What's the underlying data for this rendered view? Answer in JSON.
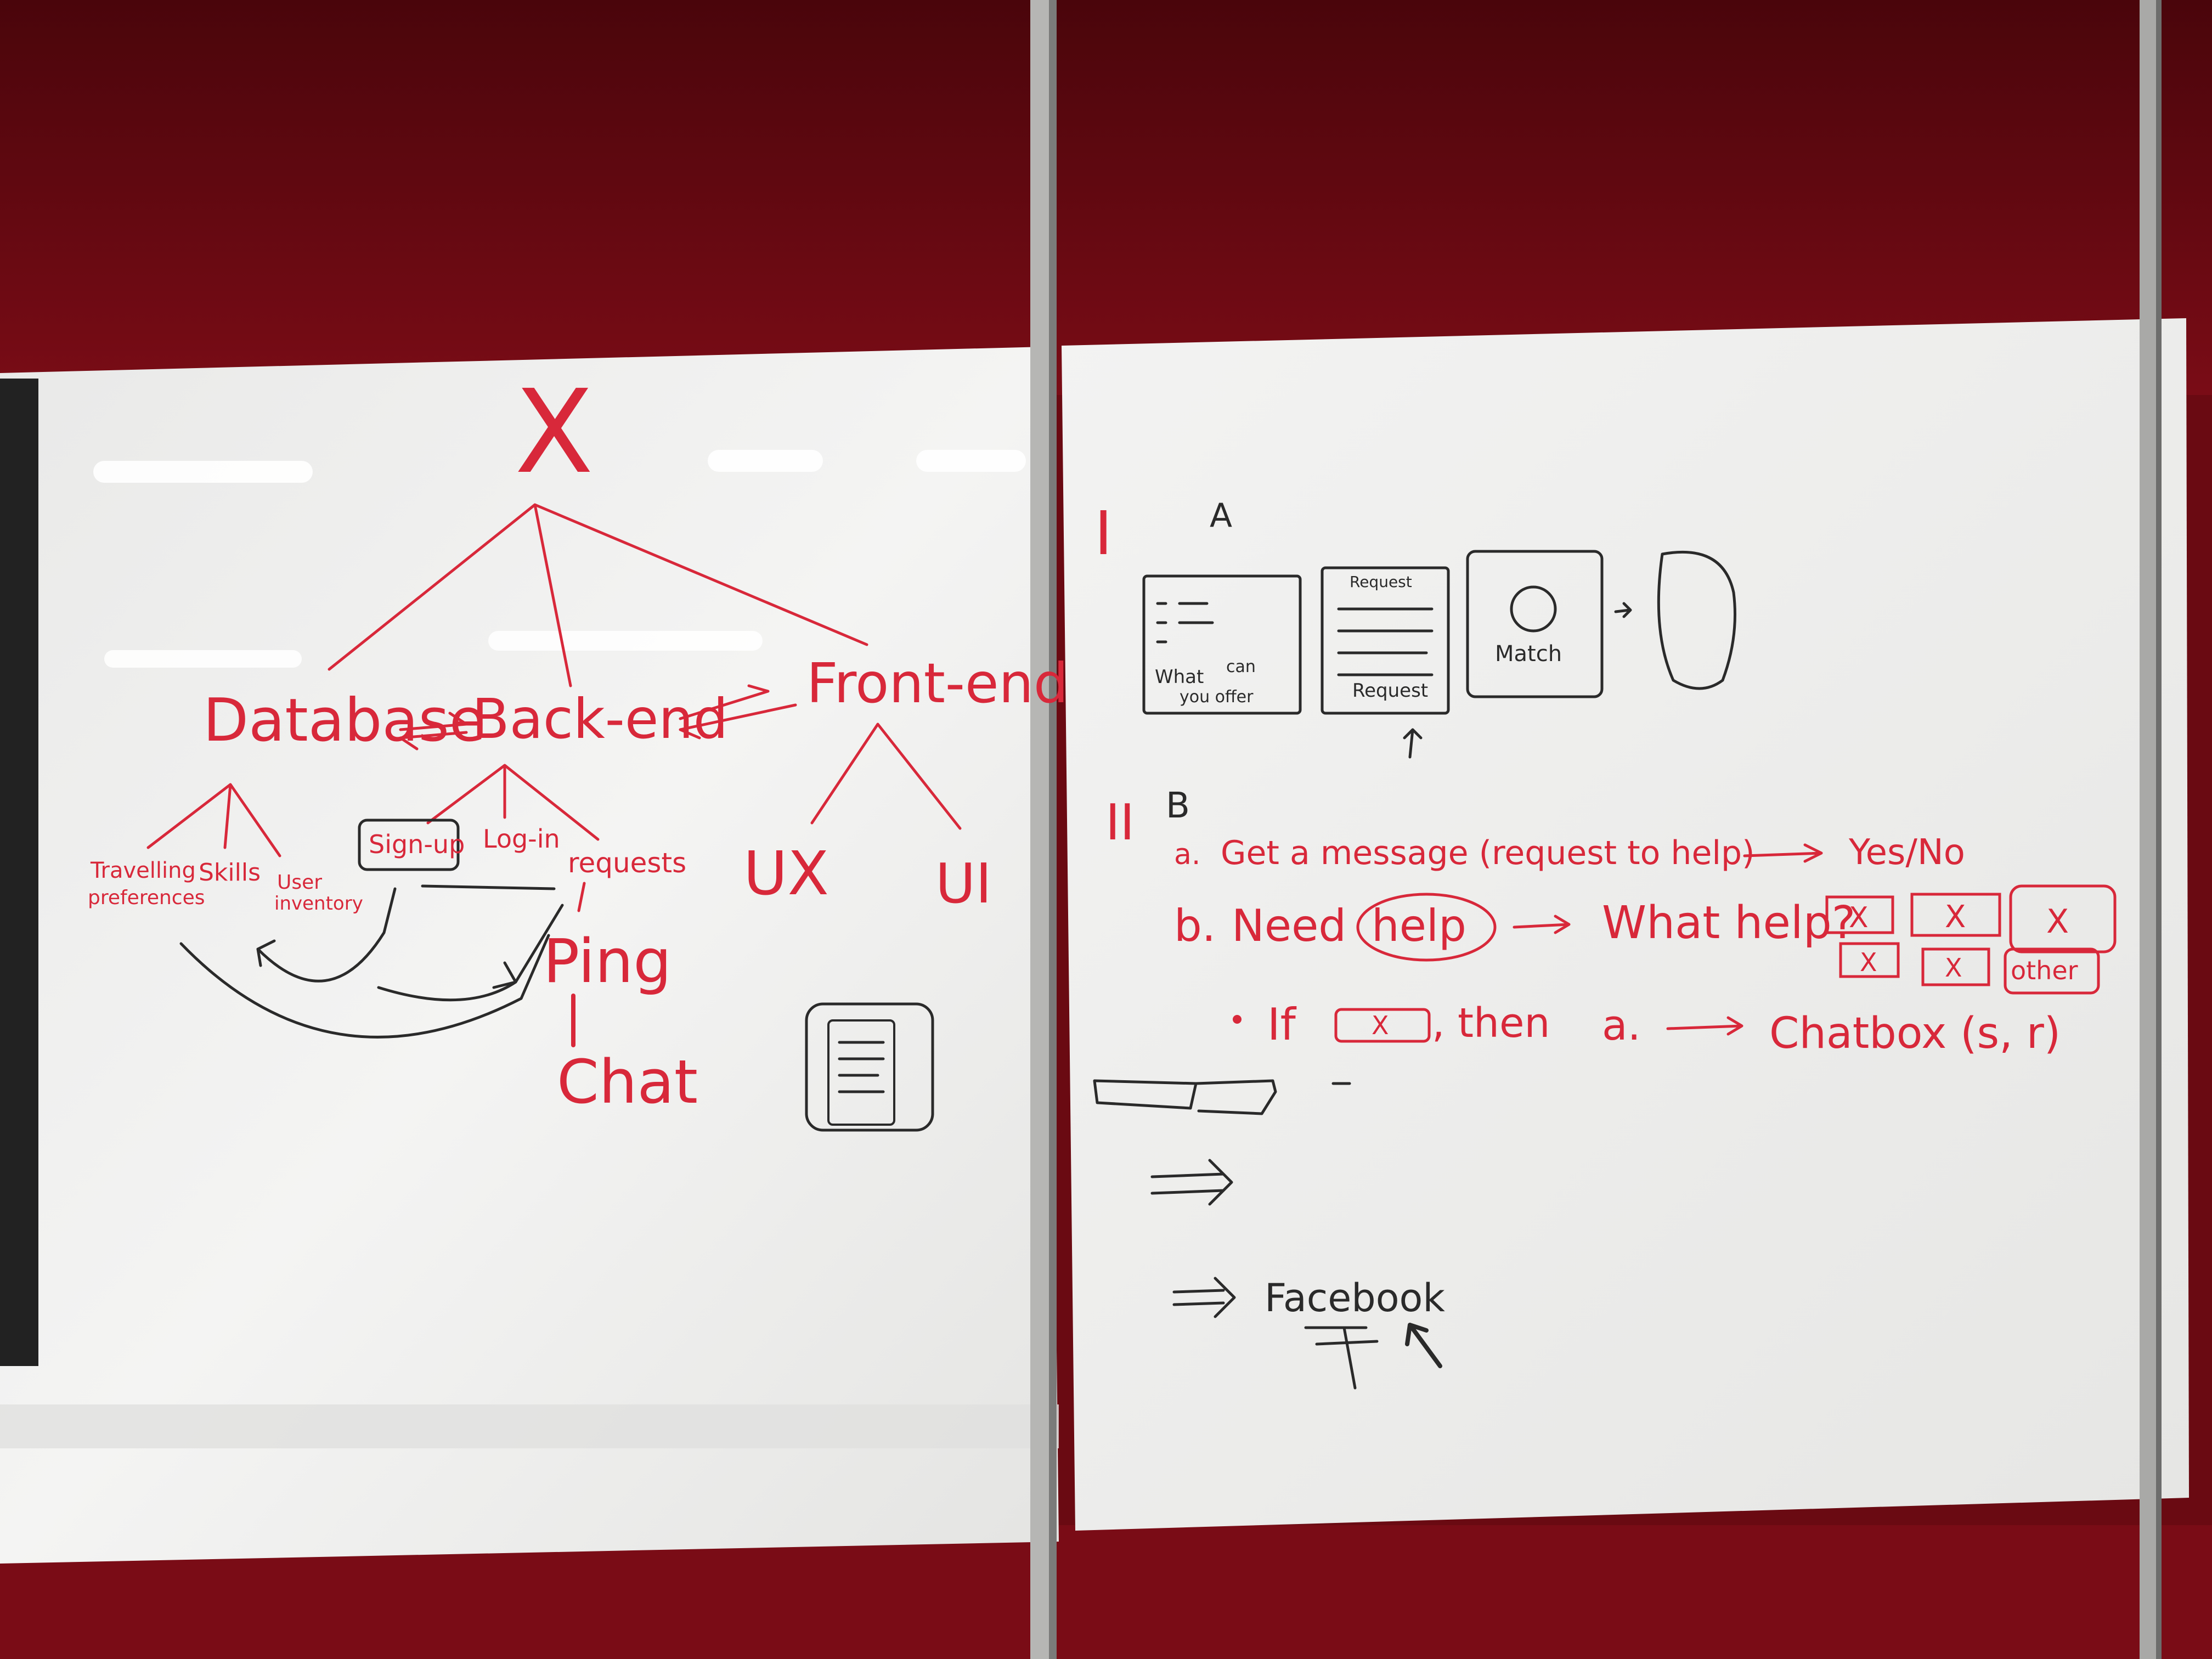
{
  "colors": {
    "wall": "#6a0a12",
    "board": "#f2f2f1",
    "red_marker": "#d8283a",
    "black_marker": "#2a2a2a"
  },
  "left_board": {
    "root": "X",
    "tier1": {
      "database": "Database",
      "backend": "Back-end",
      "frontend": "Front-end"
    },
    "database_children": [
      "Travelling",
      "preferences",
      "Skills",
      "User",
      "inventory"
    ],
    "backend_children": {
      "signup": "Sign-up",
      "login": "Log-in",
      "requests": "requests"
    },
    "frontend_children": {
      "ux": "UX",
      "ui": "UI"
    },
    "ping": "Ping",
    "chat": "Chat"
  },
  "right_board": {
    "section1": {
      "numeral": "I",
      "letter": "A",
      "card1_text": [
        "What",
        "can",
        "you offer"
      ],
      "card2_top": "Request",
      "card2_bottom": "Request",
      "card3_text": "Match"
    },
    "section2": {
      "numeral": "II",
      "letter": "B",
      "line_a": {
        "label": "a.",
        "text": "Get a message (request to help)",
        "result": "Yes/No"
      },
      "line_b": {
        "label": "b.",
        "text_need": "Need",
        "text_help": "help",
        "question": "What help?",
        "options_row1": [
          "X",
          "X",
          "X"
        ],
        "options_row2": [
          "X",
          "X",
          "other"
        ]
      },
      "line_if": {
        "prefix": "If",
        "box": "X",
        "then": ", then",
        "target": "a.",
        "result": "Chatbox (s, r)"
      }
    },
    "facebook": "Facebook"
  }
}
